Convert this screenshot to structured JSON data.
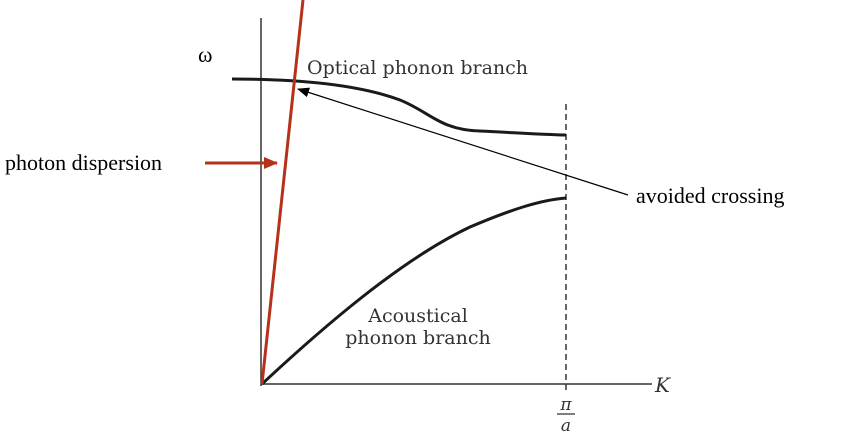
{
  "labels": {
    "omega": "ω",
    "k_axis": "K",
    "optical": "Optical phonon branch",
    "acoustical_line1": "Acoustical",
    "acoustical_line2": "phonon branch",
    "photon": "photon dispersion",
    "avoided": "avoided crossing",
    "zone_edge_num": "π",
    "zone_edge_den": "a"
  },
  "colors": {
    "photon_line": "#b5311a",
    "curve": "#1a1a1a",
    "axis": "#333333"
  }
}
